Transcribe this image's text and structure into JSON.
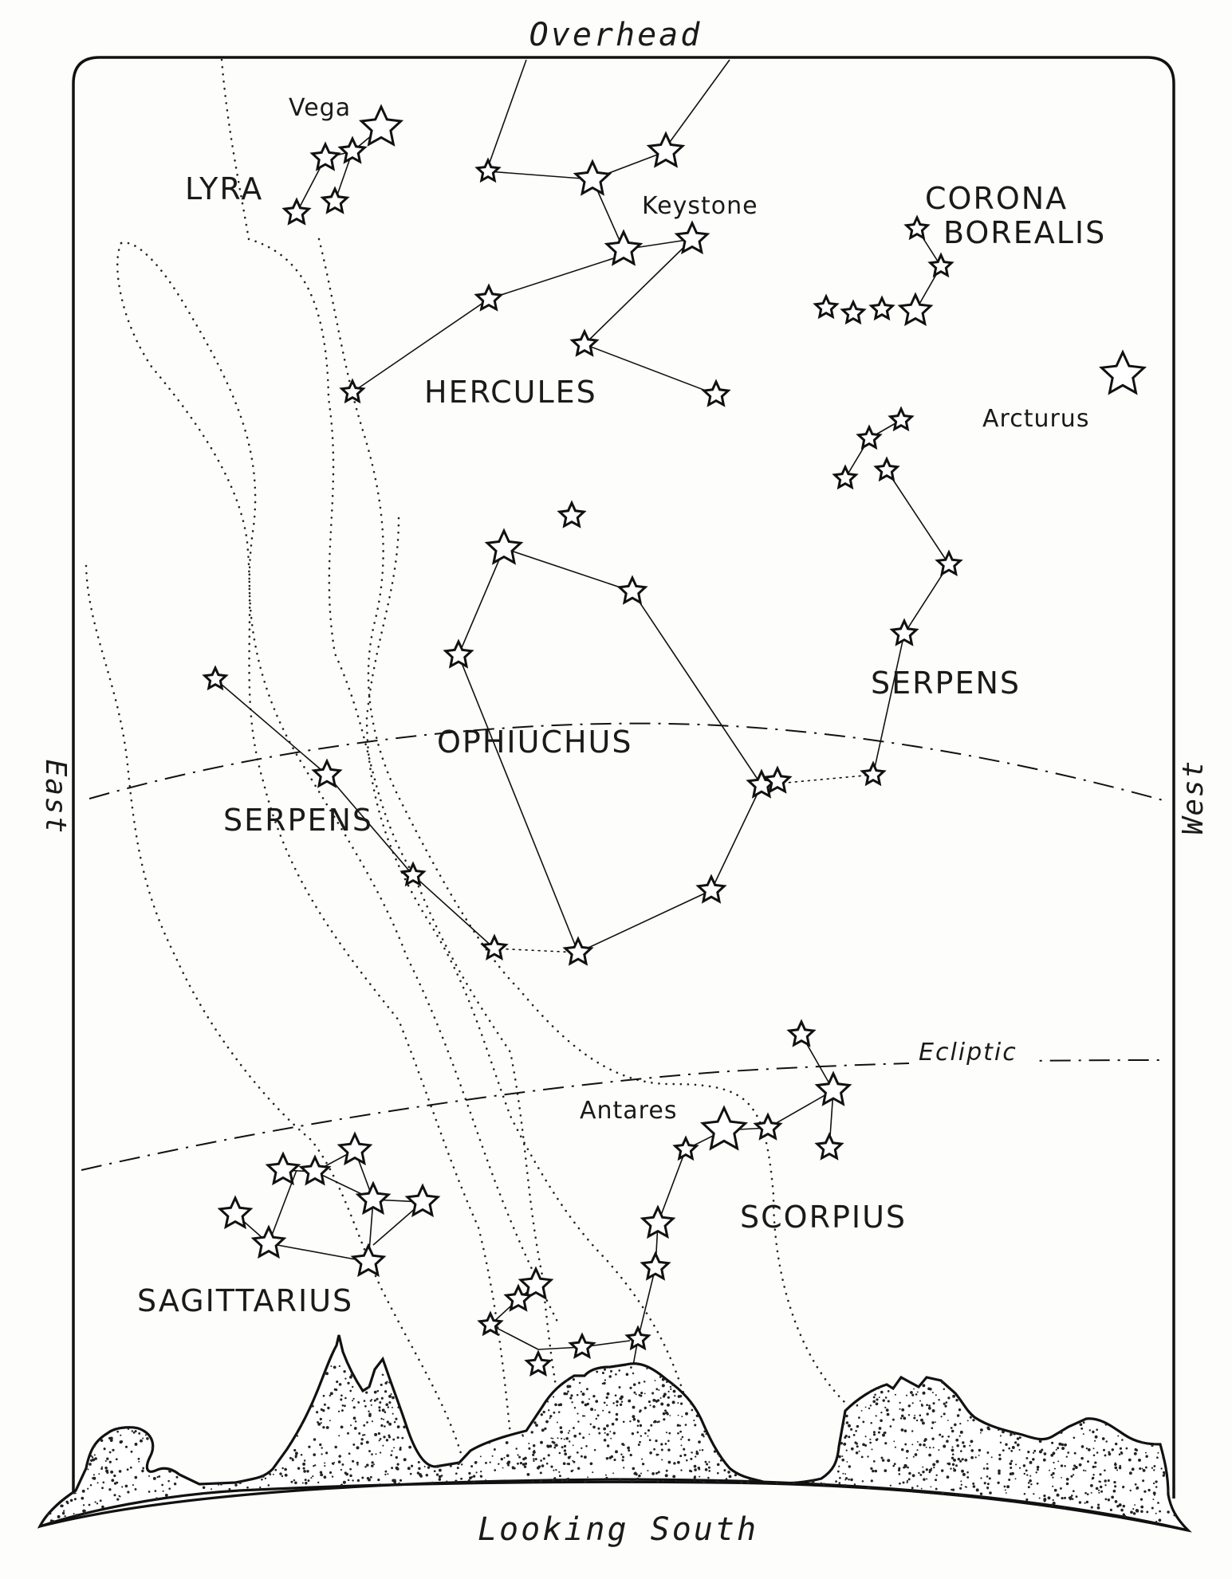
{
  "edges": {
    "top": "Overhead",
    "bottom": "Looking South",
    "left": "East",
    "right": "West"
  },
  "lines": {
    "ecliptic": "Ecliptic"
  },
  "constellations": {
    "lyra": "LYRA",
    "hercules": "HERCULES",
    "corona_borealis_1": "CORONA",
    "corona_borealis_2": "BOREALIS",
    "serpens_west": "SERPENS",
    "ophiuchus": "OPHIUCHUS",
    "serpens_east": "SERPENS",
    "scorpius": "SCORPIUS",
    "sagittarius": "SAGITTARIUS"
  },
  "stars": {
    "vega": "Vega",
    "keystone": "Keystone",
    "arcturus": "Arcturus",
    "antares": "Antares"
  },
  "colors": {
    "ink": "#111111",
    "paper": "#fdfdfb"
  }
}
